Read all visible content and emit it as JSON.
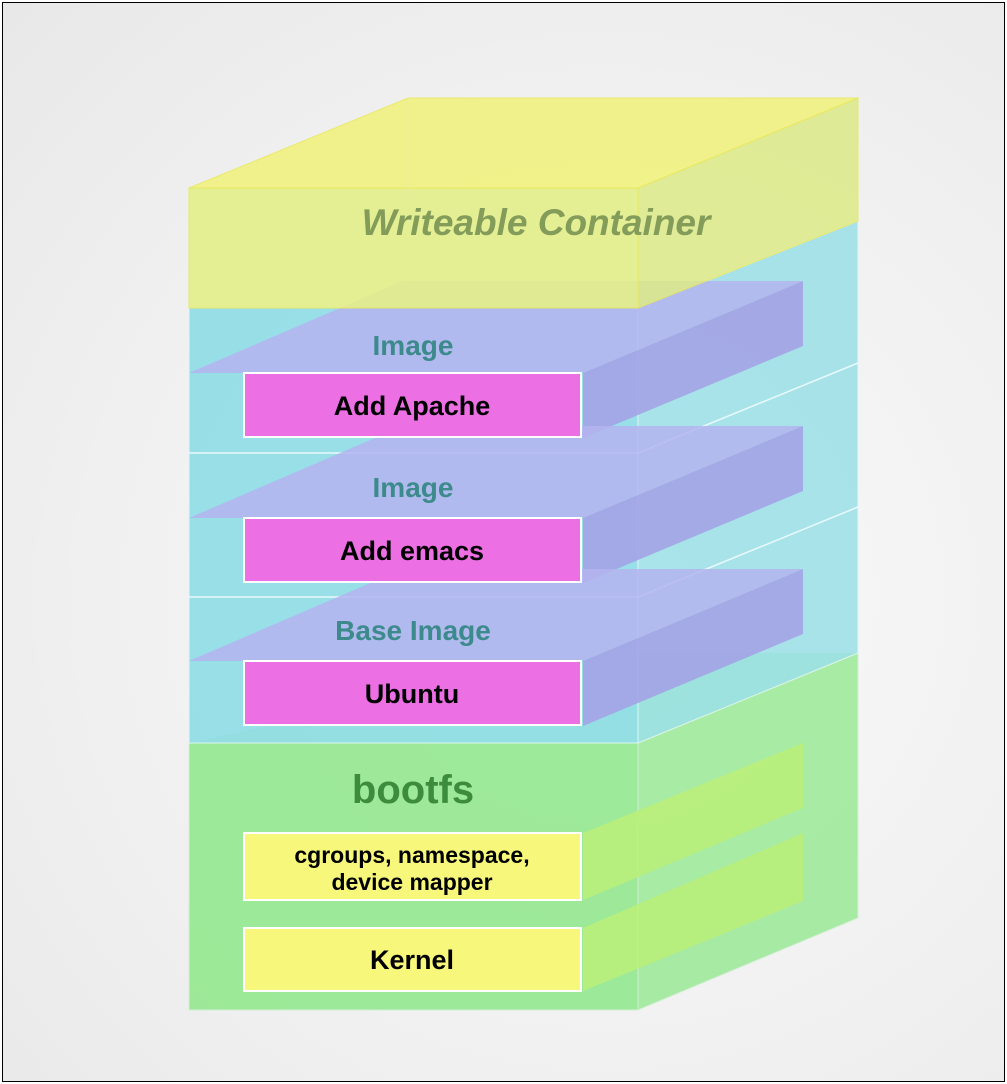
{
  "diagram": {
    "writeable_container": "Writeable Container",
    "layers": [
      {
        "section_label": "Image",
        "box_label": "Add Apache"
      },
      {
        "section_label": "Image",
        "box_label": "Add emacs"
      },
      {
        "section_label": "Base Image",
        "box_label": "Ubuntu"
      }
    ],
    "bootfs": {
      "label": "bootfs",
      "boxes": [
        {
          "lines": [
            "cgroups, namespace,",
            "device mapper"
          ]
        },
        {
          "lines": [
            "Kernel"
          ]
        }
      ]
    },
    "colors": {
      "container_yellow": "#e3ef8a",
      "image_cyan": "#8fdde6",
      "layer_purple": "#b4b4ee",
      "box_pink": "#ec6fe4",
      "bootfs_green": "#8ee88a",
      "box_yellow": "#f7f77c",
      "section_text": "#3c8a8c",
      "bootfs_text": "#3d8c3d",
      "container_text": "#7a9454"
    }
  }
}
